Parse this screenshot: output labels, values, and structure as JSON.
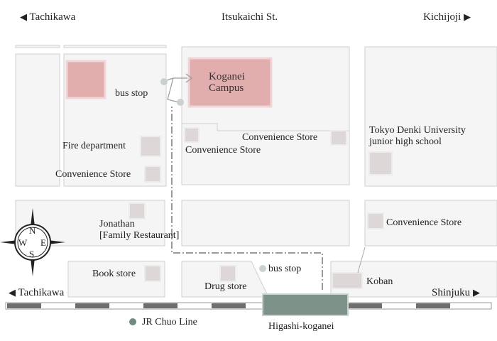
{
  "roads": {
    "top_left": "Tachikawa",
    "top_center": "Itsukaichi St.",
    "top_right": "Kichijoji",
    "bottom_left": "Tachikawa",
    "bottom_right": "Shinjuku",
    "arrow_left": "◀",
    "arrow_right": "▶"
  },
  "places": {
    "campus_line1": "Koganei",
    "campus_line2": "Campus",
    "bus_stop_top": "bus stop",
    "bus_stop_bottom": "bus stop",
    "fire_department": "Fire department",
    "convenience_left": "Convenience Store",
    "convenience_center_top": "Convenience Store",
    "convenience_center_left": "Convenience Store",
    "convenience_right": "Convenience Store",
    "tokyo_denki_line1": "Tokyo Denki University",
    "tokyo_denki_line2": "junior high school",
    "jonathan_line1": "Jonathan",
    "jonathan_line2": "[Family Restaurant]",
    "book_store": "Book store",
    "drug_store": "Drug store",
    "koban": "Koban",
    "station": "Higashi-koganei",
    "rail_line": "JR Chuo Line"
  },
  "compass": {
    "n": "N",
    "e": "E",
    "s": "S",
    "w": "W"
  },
  "colors": {
    "block_fill": "#f5f5f5",
    "block_stroke": "#cfcfcf",
    "building_fill": "#ddd7d7",
    "building_stroke": "#ececec",
    "highlight_fill": "#e1adad",
    "station_fill": "#7d938a",
    "route_color": "#9a9a9a",
    "rail_dark": "#6e6e6e"
  }
}
